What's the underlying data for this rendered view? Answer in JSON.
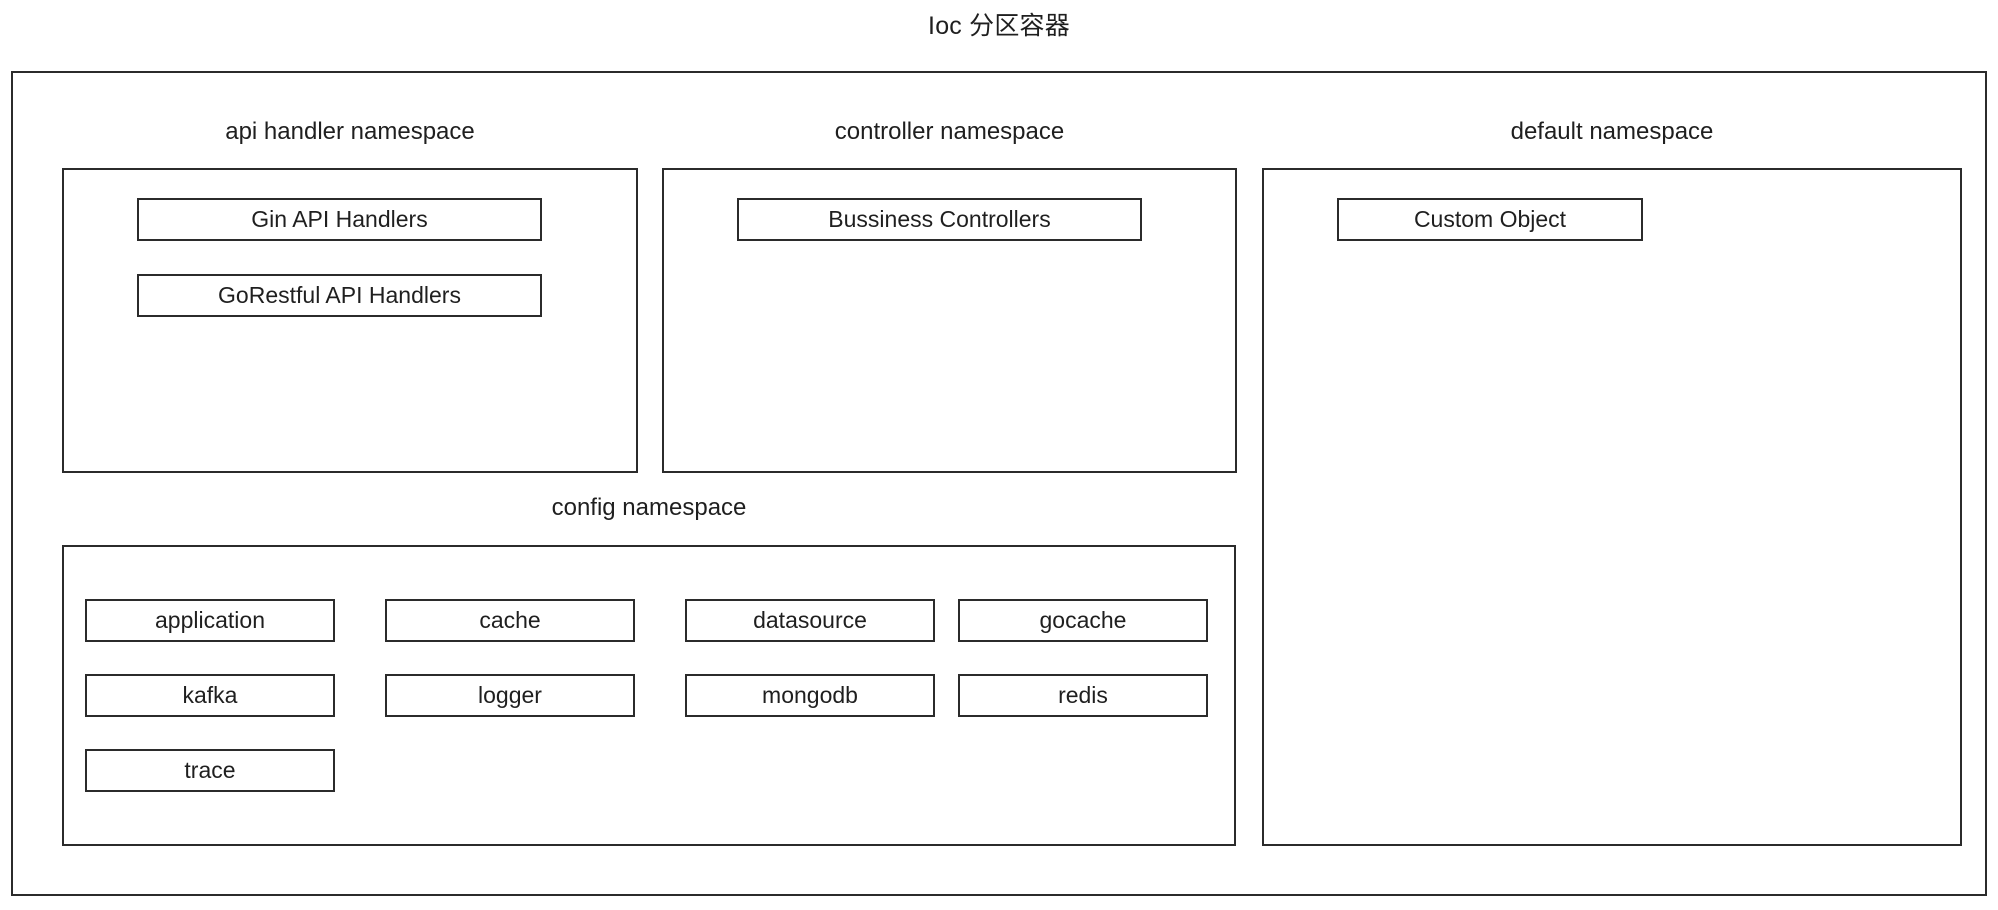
{
  "diagram": {
    "title": "Ioc 分区容器",
    "container_name": "ioc-partition-container",
    "colors": {
      "background": "#ffffff",
      "stroke": "#2b2b2b",
      "text": "#1f1f1f"
    },
    "namespaces": [
      {
        "key": "api_handler",
        "caption": "api handler namespace",
        "items": [
          {
            "label": "Gin API Handlers"
          },
          {
            "label": "GoRestful API Handlers"
          }
        ]
      },
      {
        "key": "controller",
        "caption": "controller namespace",
        "items": [
          {
            "label": "Bussiness Controllers"
          }
        ]
      },
      {
        "key": "default",
        "caption": "default namespace",
        "items": [
          {
            "label": "Custom Object"
          }
        ]
      },
      {
        "key": "config",
        "caption": "config namespace",
        "items": [
          {
            "label": "application"
          },
          {
            "label": "cache"
          },
          {
            "label": "datasource"
          },
          {
            "label": "gocache"
          },
          {
            "label": "kafka"
          },
          {
            "label": "logger"
          },
          {
            "label": "mongodb"
          },
          {
            "label": "redis"
          },
          {
            "label": "trace"
          }
        ]
      }
    ]
  }
}
